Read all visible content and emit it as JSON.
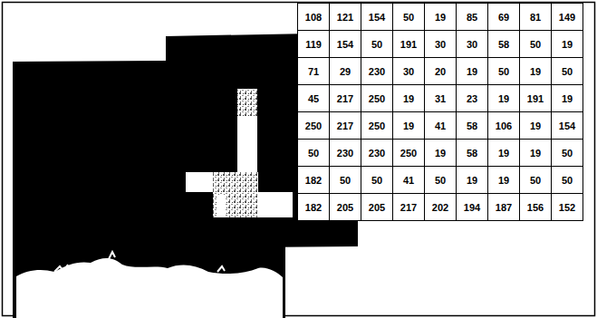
{
  "diagram": {
    "labels": [
      "108",
      "121",
      "154",
      "50",
      "19",
      "85",
      "69",
      "81",
      "149",
      "119",
      "154",
      "50",
      "191",
      "30",
      "30",
      "58",
      "50",
      "19",
      "71",
      "29",
      "230",
      "30",
      "20",
      "19",
      "50",
      "19",
      "50",
      "45",
      "217",
      "250",
      "19",
      "31",
      "23",
      "19",
      "191",
      "19",
      "250",
      "217",
      "250",
      "19",
      "41",
      "58",
      "106",
      "19",
      "154",
      "50",
      "230",
      "230",
      "250",
      "19",
      "58",
      "19",
      "19",
      "50",
      "182",
      "50",
      "50",
      "41",
      "50",
      "19",
      "19",
      "50",
      "50",
      "182",
      "205",
      "205",
      "217",
      "202",
      "194",
      "187",
      "156",
      "152"
    ]
  }
}
